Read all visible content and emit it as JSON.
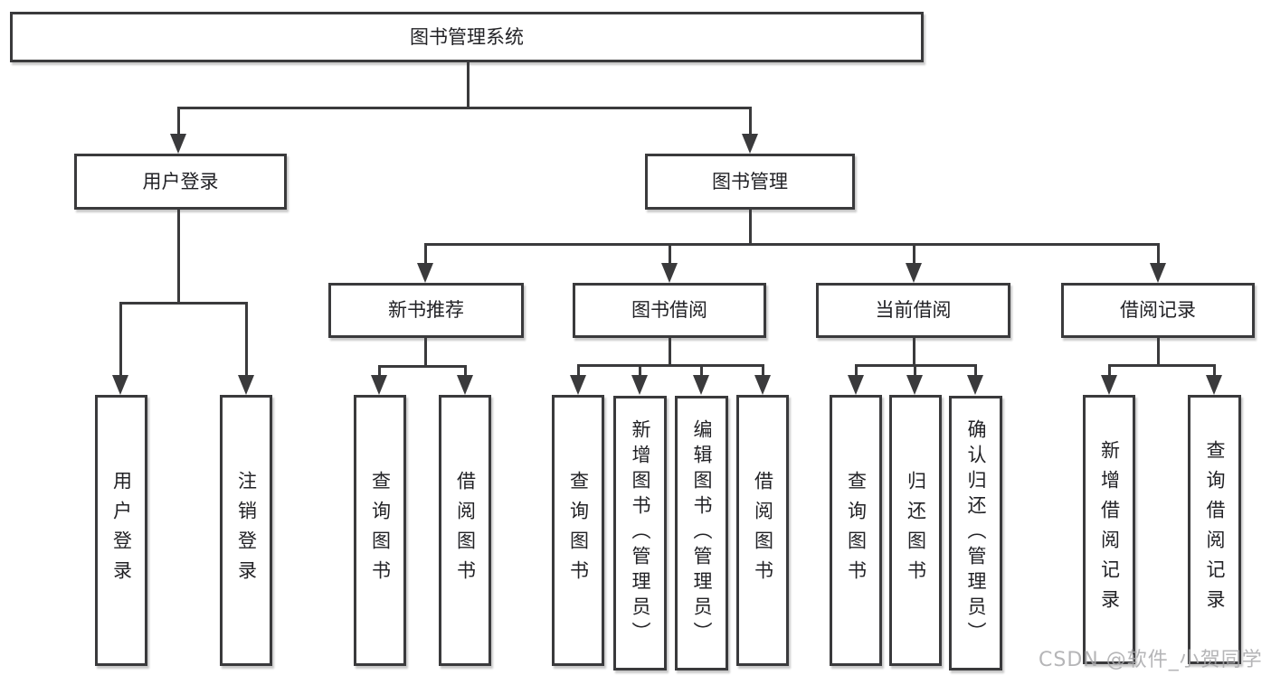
{
  "colors": {
    "line": "#3a3a3c",
    "box_border": "#3a3a3c",
    "text": "#222226",
    "background": "#ffffff",
    "watermark": "#a8a8aa"
  },
  "watermark": {
    "text": "CSDN @软件_小贺同学"
  },
  "tree": {
    "root": {
      "label": "图书管理系统"
    },
    "login": {
      "label": "用户登录",
      "leaves": [
        {
          "label": "用户登录"
        },
        {
          "label": "注销登录"
        }
      ]
    },
    "management": {
      "label": "图书管理",
      "sections": [
        {
          "label": "新书推荐",
          "leaves": [
            {
              "label": "查询图书"
            },
            {
              "label": "借阅图书"
            }
          ]
        },
        {
          "label": "图书借阅",
          "leaves": [
            {
              "label": "查询图书"
            },
            {
              "label": "新增图书（管理员）"
            },
            {
              "label": "编辑图书（管理员）"
            },
            {
              "label": "借阅图书"
            }
          ]
        },
        {
          "label": "当前借阅",
          "leaves": [
            {
              "label": "查询图书"
            },
            {
              "label": "归还图书"
            },
            {
              "label": "确认归还（管理员）"
            }
          ]
        },
        {
          "label": "借阅记录",
          "leaves": [
            {
              "label": "新增借阅记录"
            },
            {
              "label": "查询借阅记录"
            }
          ]
        }
      ]
    }
  }
}
